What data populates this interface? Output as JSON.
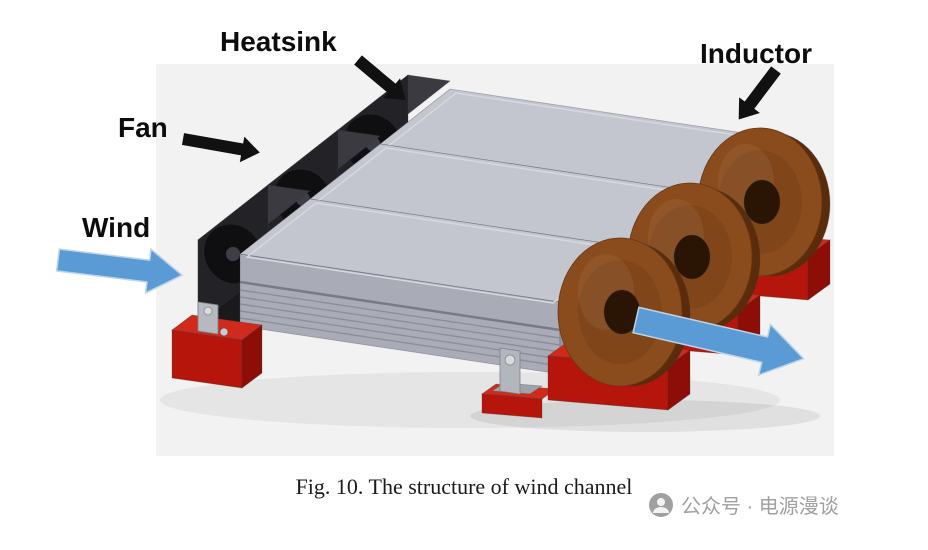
{
  "figure": {
    "labels": {
      "heatsink": "Heatsink",
      "fan": "Fan",
      "inductor": "Inductor",
      "wind": "Wind"
    },
    "caption": "Fig. 10.  The structure of wind channel"
  },
  "watermark": {
    "text": "公众号 · 电源漫谈"
  },
  "colors": {
    "render_background": "#f2f2f2",
    "heatsink_top": "#c3c6cf",
    "heatsink_front": "#a9acb6",
    "heatsink_end": "#979aa5",
    "fan_black": "#232327",
    "mount_red": "#b5150a",
    "mount_red_top": "#d02a1c",
    "inductor_brown": "#8a4c1d",
    "inductor_rim": "#5a2c0b",
    "wind_arrow_blue": "#5b9bd5",
    "pointer_black": "#111111",
    "caption_text": "#1b1b1b",
    "watermark_gray": "#a0a0a0"
  }
}
